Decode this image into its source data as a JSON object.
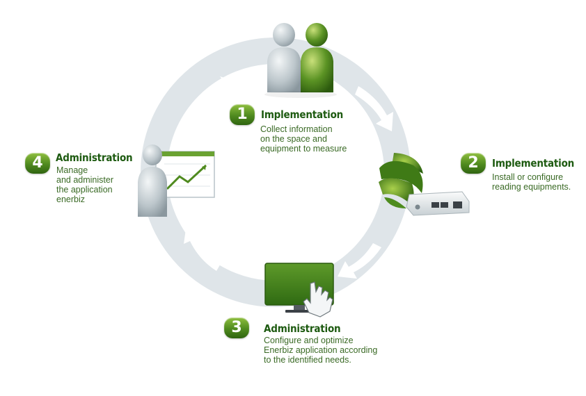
{
  "steps": [
    {
      "number": "1",
      "title": "Implementation",
      "description": "Collect information\non the space and\nequipment to measure"
    },
    {
      "number": "2",
      "title": "Implementation",
      "description": "Install or configure\nreading equipments."
    },
    {
      "number": "3",
      "title": "Administration",
      "description": "Configure and optimize\nEnerbiz application according\nto the identified needs."
    },
    {
      "number": "4",
      "title": "Administration",
      "description": "Manage\nand administer\nthe application\nenerbiz"
    }
  ],
  "colors": {
    "ring": "#dfe5e9",
    "arrow": "#ffffff",
    "accent_green": "#4f8a1f",
    "title_green": "#1d5a10",
    "text_green": "#3a6a25",
    "person_gray": "#b9c3c8"
  },
  "icons": [
    "people-icon",
    "sensor-device-icon",
    "monitor-touch-icon",
    "admin-chart-icon"
  ]
}
